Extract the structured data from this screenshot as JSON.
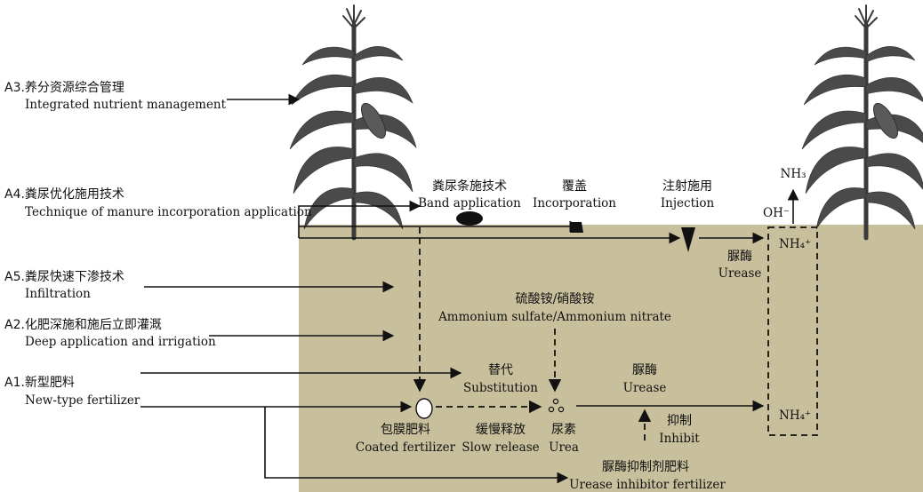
{
  "colors": {
    "soil": "#c8c09c",
    "ink": "#111111"
  },
  "icons": [
    "maize-plant-icon",
    "band-application-icon",
    "incorporation-icon",
    "injection-icon"
  ],
  "approaches": {
    "a3": {
      "cn": "A3.养分资源综合管理",
      "en": "Integrated nutrient management"
    },
    "a4": {
      "cn": "A4.粪尿优化施用技术",
      "en": "Technique of manure incorporation application"
    },
    "a5": {
      "cn": "A5.粪尿快速下渗技术",
      "en": "Infiltration"
    },
    "a2": {
      "cn": "A2.化肥深施和施后立即灌溉",
      "en": "Deep application and irrigation"
    },
    "a1": {
      "cn": "A1.新型肥料",
      "en": "New-type fertilizer"
    }
  },
  "methods": {
    "band": {
      "cn": "粪尿条施技术",
      "en": "Band application"
    },
    "incorporation": {
      "cn": "覆盖",
      "en": "Incorporation"
    },
    "injection": {
      "cn": "注射施用",
      "en": "Injection"
    }
  },
  "nodes": {
    "nh3": "NH₃",
    "oh": "OH⁻",
    "nh4_top": "NH₄⁺",
    "nh4_bottom": "NH₄⁺",
    "urease_top": {
      "cn": "脲酶",
      "en": "Urease"
    },
    "ammonium": {
      "cn": "硫酸铵/硝酸铵",
      "en": "Ammonium sulfate/Ammonium nitrate"
    },
    "substitution": {
      "cn": "替代",
      "en": "Substitution"
    },
    "urease_mid": {
      "cn": "脲酶",
      "en": "Urease"
    },
    "inhibit": {
      "cn": "抑制",
      "en": "Inhibit"
    },
    "coated": {
      "cn": "包膜肥料",
      "en": "Coated fertilizer"
    },
    "slow": {
      "cn": "缓慢释放",
      "en": "Slow release"
    },
    "urea": {
      "cn": "尿素",
      "en": "Urea"
    },
    "uif": {
      "cn": "脲酶抑制剂肥料",
      "en": "Urease inhibitor fertilizer"
    }
  }
}
